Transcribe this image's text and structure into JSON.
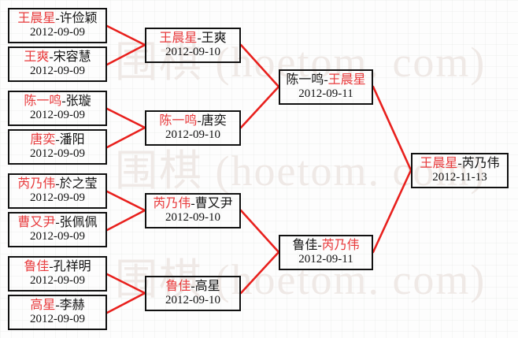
{
  "diagram": {
    "type": "single-elimination-bracket",
    "watermark": [
      "围棋 (hoetom. com)",
      "围棋 (hoetom. com)",
      "围棋 (hoetom. com)"
    ],
    "colors": {
      "winner": "#e8393b",
      "loser": "#111111",
      "connector": "#e8201d",
      "box_border": "#111111",
      "background": "#fdfdfd",
      "watermark": "#efe9e6"
    }
  },
  "rounds": [
    {
      "name": "round-1",
      "matches": [
        {
          "winner": "王晨星",
          "loser": "许俭颖",
          "date": "2012-09-09"
        },
        {
          "winner": "王爽",
          "loser": "宋容慧",
          "date": "2012-09-09"
        },
        {
          "winner": "陈一鸣",
          "loser": "张璇",
          "date": "2012-09-09"
        },
        {
          "winner": "唐奕",
          "loser": "潘阳",
          "date": "2012-09-09"
        },
        {
          "winner": "芮乃伟",
          "loser": "於之莹",
          "date": "2012-09-09"
        },
        {
          "winner": "曹又尹",
          "loser": "张佩佩",
          "date": "2012-09-09"
        },
        {
          "winner": "鲁佳",
          "loser": "孔祥明",
          "date": "2012-09-09"
        },
        {
          "winner": "高星",
          "loser": "李赫",
          "date": "2012-09-09"
        }
      ]
    },
    {
      "name": "round-2",
      "matches": [
        {
          "winner": "王晨星",
          "loser": "王爽",
          "date": "2012-09-10"
        },
        {
          "winner": "陈一鸣",
          "loser": "唐奕",
          "date": "2012-09-10"
        },
        {
          "winner": "芮乃伟",
          "loser": "曹又尹",
          "date": "2012-09-10"
        },
        {
          "winner": "鲁佳",
          "loser": "高星",
          "date": "2012-09-10"
        }
      ]
    },
    {
      "name": "semifinal",
      "matches": [
        {
          "first": "陈一鸣",
          "second": "王晨星",
          "winner_side": "second",
          "date": "2012-09-11"
        },
        {
          "first": "鲁佳",
          "second": "芮乃伟",
          "winner_side": "second",
          "date": "2012-09-11"
        }
      ]
    },
    {
      "name": "final",
      "matches": [
        {
          "first": "王晨星",
          "second": "芮乃伟",
          "winner_side": "first",
          "date": "2012-11-13"
        }
      ]
    }
  ]
}
